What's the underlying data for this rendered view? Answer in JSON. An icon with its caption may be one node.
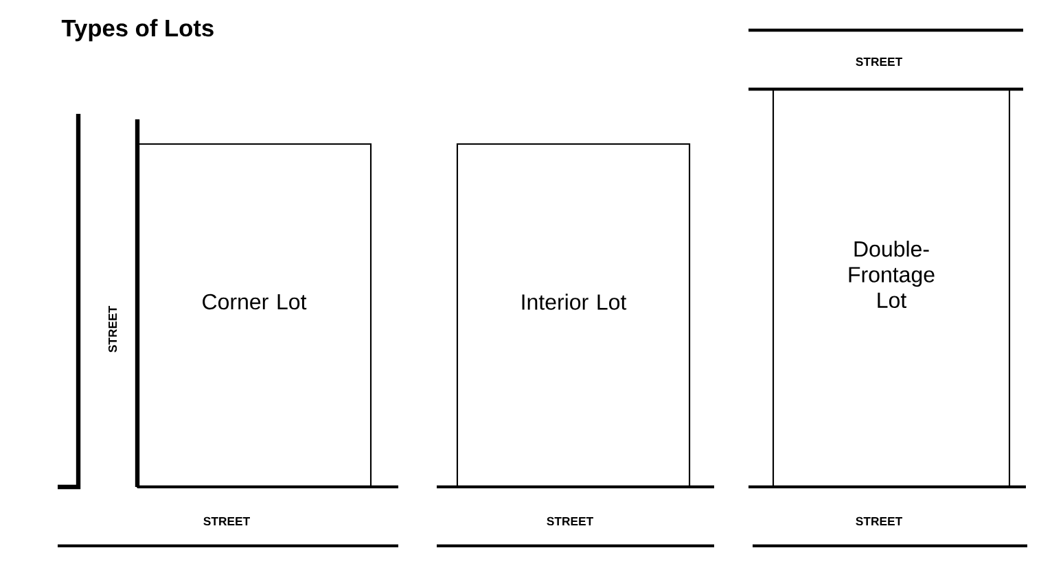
{
  "diagram": {
    "title": "Types of Lots",
    "nodes": [
      {
        "text": [
          "Corner Lot"
        ]
      },
      {
        "text": [
          "Interior Lot"
        ]
      },
      {
        "text": [
          "Double-Frontage Lot"
        ]
      }
    ],
    "labels": [
      "STREET",
      "STREET",
      "STREET",
      "STREET",
      "STREET"
    ]
  }
}
